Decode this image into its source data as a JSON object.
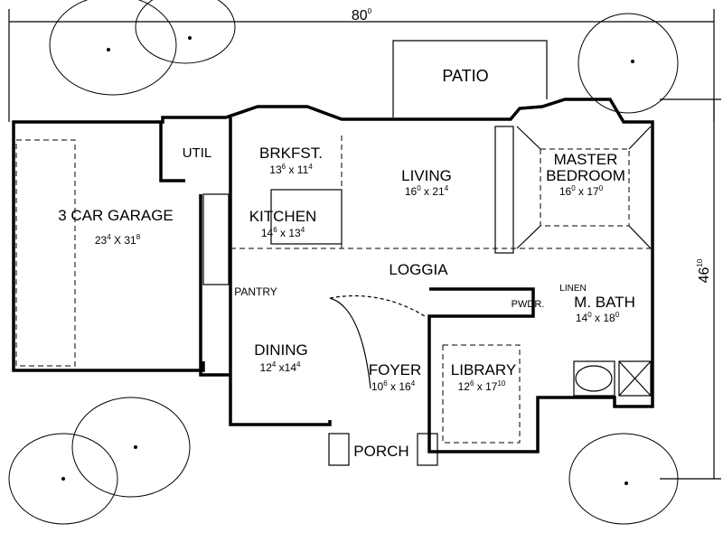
{
  "overall": {
    "width": {
      "main": "80",
      "sup": "0"
    },
    "depth": {
      "main": "46",
      "sup": "10"
    }
  },
  "rooms": {
    "garage": {
      "label": "3 CAR GARAGE",
      "w": "23",
      "wi": "4",
      "sep": " X ",
      "d": "31",
      "di": "8"
    },
    "util": {
      "label": "UTIL"
    },
    "brkfst": {
      "label": "BRKFST.",
      "w": "13",
      "wi": "6",
      "sep": " x ",
      "d": "11",
      "di": "4"
    },
    "kitchen": {
      "label": "KITCHEN",
      "w": "14",
      "wi": "6",
      "sep": " x ",
      "d": "13",
      "di": "4"
    },
    "pantry": {
      "label": "PANTRY"
    },
    "living": {
      "label": "LIVING",
      "w": "16",
      "wi": "0",
      "sep": " x ",
      "d": "21",
      "di": "4"
    },
    "patio": {
      "label": "PATIO"
    },
    "master": {
      "label1": "MASTER",
      "label2": "BEDROOM",
      "w": "16",
      "wi": "0",
      "sep": " x ",
      "d": "17",
      "di": "0"
    },
    "loggia": {
      "label": "LOGGIA"
    },
    "linen": {
      "label": "LINEN"
    },
    "pwdr": {
      "label": "PWDR."
    },
    "mbath": {
      "label": "M. BATH",
      "w": "14",
      "wi": "0",
      "sep": " x ",
      "d": "18",
      "di": "0"
    },
    "dining": {
      "label": "DINING",
      "w": "12",
      "wi": "4",
      "sep": " x",
      "d": "14",
      "di": "4"
    },
    "foyer": {
      "label": "FOYER",
      "w": "10",
      "wi": "6",
      "sep": " x ",
      "d": "16",
      "di": "4"
    },
    "library": {
      "label": "LIBRARY",
      "w": "12",
      "wi": "6",
      "sep": " x ",
      "d": "17",
      "di": "10"
    },
    "porch": {
      "label": "PORCH"
    }
  }
}
